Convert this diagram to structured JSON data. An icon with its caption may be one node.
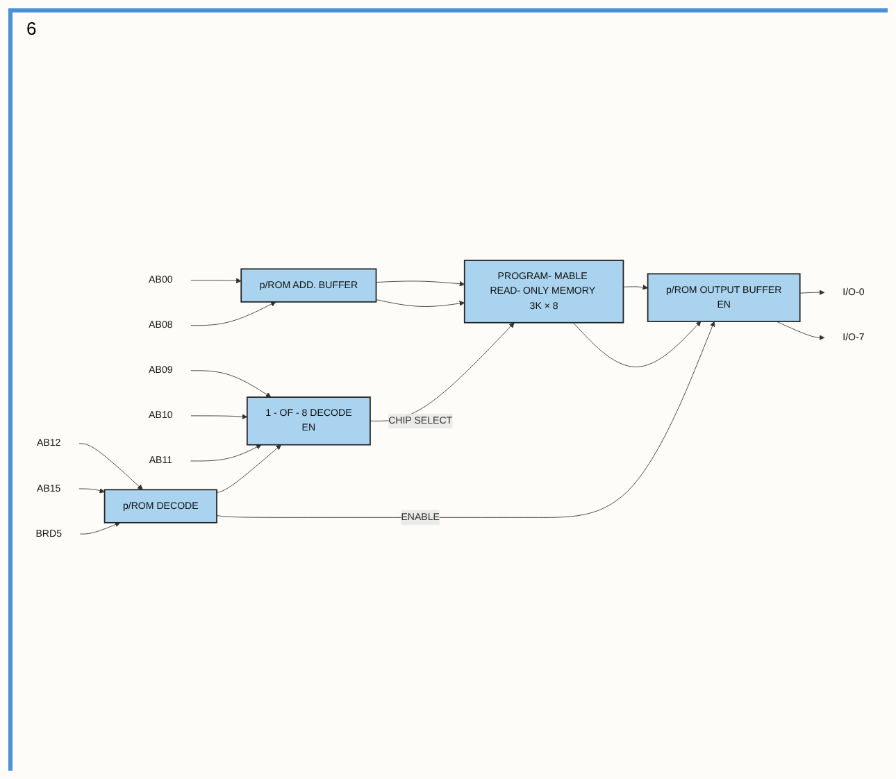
{
  "diagram": {
    "nodes": [
      {
        "text": [
          "AB00"
        ]
      },
      {
        "text": [
          "AB08"
        ]
      },
      {
        "text": [
          "p/ROM ADD. BUFFER"
        ]
      },
      {
        "text": [
          "PROGRAM- MABLE READ- ONLY MEMORY 3K × 8"
        ]
      },
      {
        "text": [
          "p/ROM OUTPUT BUFFER",
          "EN"
        ]
      },
      {
        "text": [
          "I/O-0"
        ]
      },
      {
        "text": [
          "I/O-7"
        ]
      },
      {
        "text": [
          "AB09"
        ]
      },
      {
        "text": [
          "AB10"
        ]
      },
      {
        "text": [
          "AB11"
        ]
      },
      {
        "text": [
          "1 - OF - 8 DECODE",
          "EN"
        ]
      },
      {
        "text": [
          "AB12"
        ]
      },
      {
        "text": [
          "AB15"
        ]
      },
      {
        "text": [
          "BRD5"
        ]
      },
      {
        "text": [
          "p/ROM DECODE"
        ]
      }
    ],
    "edges": [
      {
        "from": 0,
        "to": 2,
        "arrow": "to"
      },
      {
        "from": 1,
        "to": 2,
        "arrow": "to"
      },
      {
        "from": 2,
        "to": 3,
        "arrow": "to"
      },
      {
        "from": 2,
        "to": 3,
        "arrow": "to"
      },
      {
        "from": 3,
        "to": 4,
        "arrow": "to"
      },
      {
        "from": 3,
        "to": 4,
        "arrow": "to"
      },
      {
        "from": 4,
        "to": 5,
        "arrow": "to"
      },
      {
        "from": 4,
        "to": 6,
        "arrow": "to"
      },
      {
        "from": 7,
        "to": 10,
        "arrow": "to"
      },
      {
        "from": 8,
        "to": 10,
        "arrow": "to"
      },
      {
        "from": 9,
        "to": 10,
        "arrow": "to"
      },
      {
        "from": 10,
        "to": 3,
        "label": "CHIP SELECT",
        "arrow": "to"
      },
      {
        "from": 14,
        "to": 10,
        "arrow": "to"
      },
      {
        "from": 14,
        "to": 4,
        "label": "ENABLE",
        "arrow": "to"
      },
      {
        "from": 11,
        "to": 14,
        "arrow": "to"
      },
      {
        "from": 12,
        "to": 14,
        "arrow": "to"
      },
      {
        "from": 13,
        "to": 14,
        "arrow": "to"
      }
    ],
    "labels": [
      "6"
    ]
  }
}
